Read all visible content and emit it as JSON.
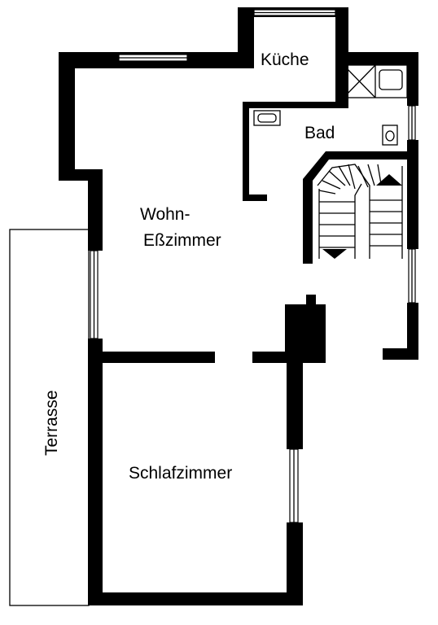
{
  "rooms": {
    "kueche": "Küche",
    "bad": "Bad",
    "wohn_line1": "Wohn-",
    "wohn_line2": "Eßzimmer",
    "schlaf": "Schlafzimmer",
    "terrasse": "Terrasse"
  },
  "colors": {
    "wall": "#000000",
    "background": "#ffffff"
  }
}
